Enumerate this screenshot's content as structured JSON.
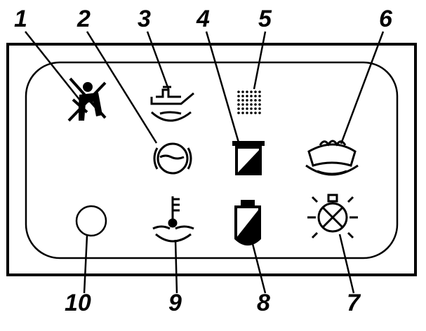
{
  "colors": {
    "ink": "#000000",
    "background": "#ffffff"
  },
  "callouts": [
    {
      "label": "1",
      "icon": "seatbelt-warning-icon"
    },
    {
      "label": "2",
      "icon": "brake-warning-icon"
    },
    {
      "label": "3",
      "icon": "oil-pressure-icon"
    },
    {
      "label": "4",
      "icon": "charging-indicator-icon"
    },
    {
      "label": "5",
      "icon": "glow-plug-icon"
    },
    {
      "label": "6",
      "icon": "washer-fluid-icon"
    },
    {
      "label": "7",
      "icon": "bulb-failure-icon"
    },
    {
      "label": "8",
      "icon": "battery-indicator-icon"
    },
    {
      "label": "9",
      "icon": "coolant-temperature-icon"
    },
    {
      "label": "10",
      "icon": "blank-lamp-icon"
    }
  ]
}
